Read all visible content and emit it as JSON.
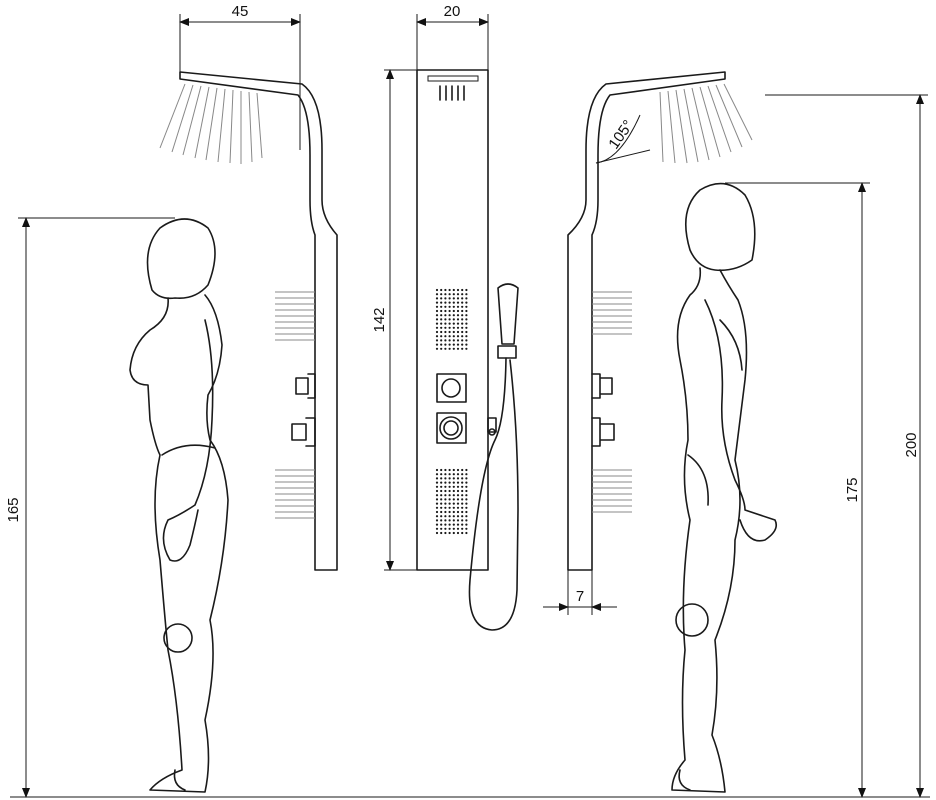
{
  "dimensions": {
    "head_reach": "45",
    "panel_width": "20",
    "panel_height": "142",
    "female_height": "165",
    "panel_depth": "7",
    "head_angle": "105°",
    "male_height": "175",
    "total_height": "200"
  },
  "colors": {
    "line": "#1a1a1a",
    "spray": "#888888",
    "background": "#ffffff"
  }
}
